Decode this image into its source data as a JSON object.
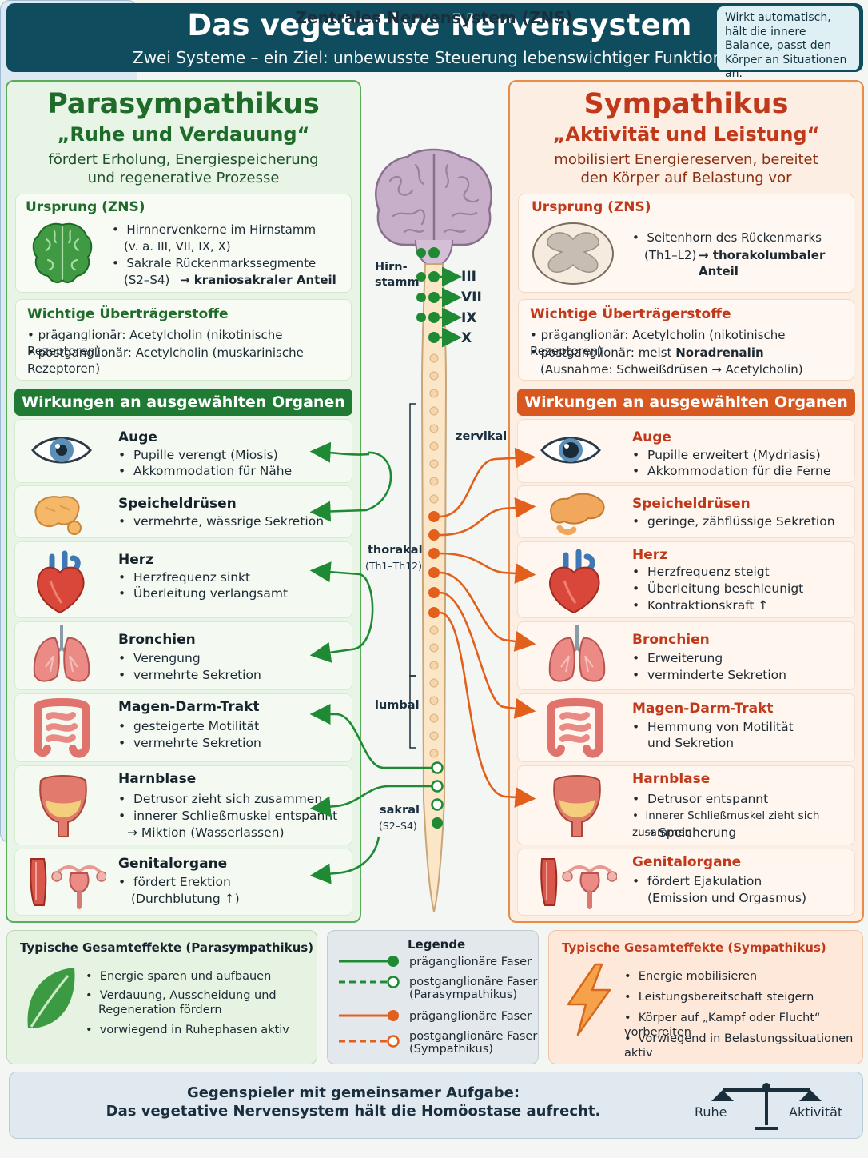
{
  "header": {
    "title": "Das vegetative Nervensystem",
    "subtitle": "Zwei Systeme – ein Ziel: unbewusste Steuerung lebenswichtiger Funktionen",
    "note": "Wirkt automatisch, hält die innere Balance, passt den Körper an Situationen an."
  },
  "para": {
    "title": "Parasympathikus",
    "motto": "„Ruhe und Verdauung“",
    "desc": "fördert Erholung, Energiespeicherung und regenerative Prozesse",
    "origin": {
      "title": "Ursprung (ZNS)",
      "items": [
        "Hirnnervenkerne im Hirnstamm",
        "(v. a. III, VII, IX, X)",
        "Sakrale Rückenmarkssegmente",
        "(S2–S4)",
        "→ kraniosakraler Anteil"
      ]
    },
    "transmitters": {
      "title": "Wichtige Überträgerstoffe",
      "items": [
        "präganglionär:  Acetylcholin (nikotinische Rezeptoren)",
        "postganglionär:  Acetylcholin (muskarinische Rezeptoren)"
      ]
    },
    "effects_title": "Wirkungen an ausgewählten Organen",
    "organs": [
      {
        "name": "Auge",
        "lines": [
          "Pupille verengt (Miosis)",
          "Akkommodation für Nähe"
        ]
      },
      {
        "name": "Speicheldrüsen",
        "lines": [
          "vermehrte, wässrige Sekretion"
        ]
      },
      {
        "name": "Herz",
        "lines": [
          "Herzfrequenz sinkt",
          "Überleitung verlangsamt"
        ]
      },
      {
        "name": "Bronchien",
        "lines": [
          "Verengung",
          "vermehrte Sekretion"
        ]
      },
      {
        "name": "Magen-Darm-Trakt",
        "lines": [
          "gesteigerte Motilität",
          "vermehrte Sekretion"
        ]
      },
      {
        "name": "Harnblase",
        "lines": [
          "Detrusor zieht sich zusammen",
          "innerer Schließmuskel entspannt",
          "→ Miktion (Wasserlassen)"
        ]
      },
      {
        "name": "Genitalorgane",
        "lines": [
          "fördert Erektion",
          "(Durchblutung ↑)"
        ]
      }
    ]
  },
  "sym": {
    "title": "Sympathikus",
    "motto": "„Aktivität und Leistung“",
    "desc": "mobilisiert Energiereserven, bereitet den Körper auf Belastung vor",
    "origin": {
      "title": "Ursprung (ZNS)",
      "items": [
        "Seitenhorn des Rückenmarks",
        "(Th1–L2)",
        "→ thorakolumbaler Anteil"
      ]
    },
    "transmitters": {
      "title": "Wichtige Überträgerstoffe",
      "items": [
        "präganglionär: Acetylcholin (nikotinische Rezeptoren)",
        "postganglionär: meist",
        "Noradrenalin",
        "(Ausnahme: Schweißdrüsen  →  Acetylcholin)"
      ]
    },
    "effects_title": "Wirkungen an ausgewählten Organen",
    "organs": [
      {
        "name": "Auge",
        "lines": [
          "Pupille erweitert (Mydriasis)",
          "Akkommodation für die Ferne"
        ]
      },
      {
        "name": "Speicheldrüsen",
        "lines": [
          "geringe, zähflüssige Sekretion"
        ]
      },
      {
        "name": "Herz",
        "lines": [
          "Herzfrequenz steigt",
          "Überleitung beschleunigt",
          "Kontraktionskraft ↑"
        ]
      },
      {
        "name": "Bronchien",
        "lines": [
          "Erweiterung",
          "verminderte Sekretion"
        ]
      },
      {
        "name": "Magen-Darm-Trakt",
        "lines": [
          "Hemmung von Motilität",
          "und Sekretion"
        ]
      },
      {
        "name": "Harnblase",
        "lines": [
          "Detrusor entspannt",
          "innerer Schließmuskel zieht sich zusammen",
          "→ Speicherung"
        ]
      },
      {
        "name": "Genitalorgane",
        "lines": [
          "fördert Ejakulation",
          "(Emission und Orgasmus)"
        ]
      }
    ]
  },
  "zns": {
    "title": "Zentrales Nervensystem (ZNS)",
    "brainstem": "Hirn-",
    "brainstem2": "stamm",
    "nerves": [
      "III",
      "VII",
      "IX",
      "X"
    ],
    "zervikal": "zervikal",
    "thorakal": "thorakal",
    "thorakal_sub": "(Th1–Th12)",
    "lumbal": "lumbal",
    "sakral": "sakral",
    "sakral_sub": "(S2–S4)"
  },
  "bottom": {
    "para_title": "Typische Gesamteffekte (Parasympathikus)",
    "para_items": [
      "Energie sparen und aufbauen",
      "Verdauung, Ausscheidung und",
      "Regeneration fördern",
      "vorwiegend in Ruhephasen aktiv"
    ],
    "legend_title": "Legende",
    "legend": [
      "präganglionäre Faser",
      "postganglionäre Faser",
      "(Parasympathikus)",
      "präganglionäre Faser",
      "postganglionäre Faser",
      "(Sympathikus)"
    ],
    "sym_title": "Typische Gesamteffekte (Sympathikus)",
    "sym_items": [
      "Energie mobilisieren",
      "Leistungsbereitschaft steigern",
      "Körper auf „Kampf oder Flucht“ vorbereiten",
      "vorwiegend in Belastungssituationen aktiv"
    ]
  },
  "footer": {
    "line1": "Gegenspieler mit gemeinsamer Aufgabe:",
    "line2": "Das vegetative Nervensystem hält die Homöostase aufrecht.",
    "left": "Ruhe",
    "right": "Aktivität"
  },
  "colors": {
    "para": "#1f7a34",
    "sym": "#e0621f",
    "header": "#0f4d5e"
  }
}
